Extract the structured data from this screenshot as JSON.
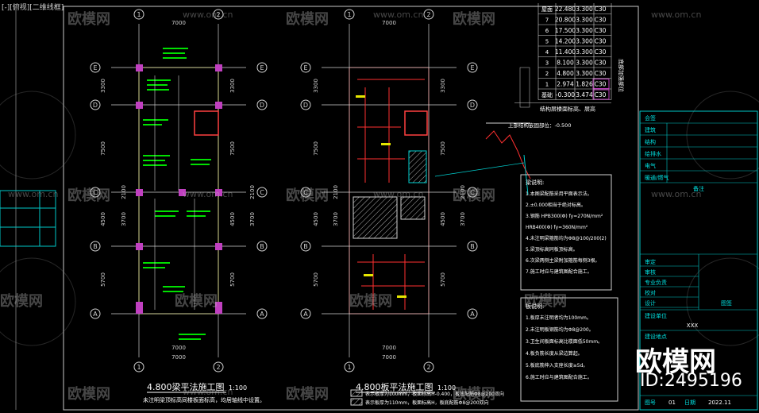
{
  "viewport_label": "[-][俯视][二维线框]",
  "plans": [
    {
      "title": "4.800梁平法施工图",
      "scale": "1:100"
    },
    {
      "title": "4.800板平法施工图",
      "scale": "1:100"
    }
  ],
  "plan_note": "未注明梁顶标高同楼板面标高，均居轴线中设置。",
  "axis_letters": [
    "E",
    "D",
    "C",
    "B",
    "A"
  ],
  "axis_numbers": [
    "1",
    "2"
  ],
  "dim_overall": "7000",
  "dims_vertical": [
    "3300",
    "7500",
    "4500",
    "5700"
  ],
  "dims_vertical_sub": [
    "2100",
    "3700"
  ],
  "floor_table": {
    "rows": [
      {
        "floor": "屋面",
        "elev": "22.480",
        "height": "3.300",
        "grade": "C30"
      },
      {
        "floor": "7",
        "elev": "20.800",
        "height": "3.300",
        "grade": "C30"
      },
      {
        "floor": "6",
        "elev": "17.500",
        "height": "3.300",
        "grade": "C30"
      },
      {
        "floor": "5",
        "elev": "14.200",
        "height": "3.300",
        "grade": "C30"
      },
      {
        "floor": "4",
        "elev": "11.400",
        "height": "3.300",
        "grade": "C30"
      },
      {
        "floor": "3",
        "elev": "8.100",
        "height": "3.300",
        "grade": "C30"
      },
      {
        "floor": "2",
        "elev": "4.800",
        "height": "3.300",
        "grade": "C30"
      },
      {
        "floor": "1",
        "elev": "2.974",
        "height": "1.826",
        "grade": "C30"
      },
      {
        "floor": "基础",
        "elev": "-0.300",
        "height": "3.474",
        "grade": "C30"
      }
    ],
    "footer": "结构层楼面标高、层高",
    "footer2": "上部结构嵌固部位：-0.500",
    "side_label": "底部加强部位"
  },
  "notes_title": "梁说明:",
  "notes": [
    "1.本图梁配筋采用平面表示法。",
    "2.±0.000相当于绝对标高。",
    "3.钢筋 HPB300(Φ) fy=270N/mm²",
    "  HRB400(Φ) fy=360N/mm²",
    "4.未注明梁箍筋均为Φ8@100/200(2)",
    "5.梁顶标高同板顶标高。",
    "6.次梁两侧主梁附加箍筋每侧3根。",
    "7.施工时应与建筑图配合施工。"
  ],
  "slab_notes_title": "板说明:",
  "slab_notes": [
    "1.板厚未注明者均为100mm。",
    "2.未注明板钢筋均为Φ8@200。",
    "3.卫生间板面标高比楼面低50mm。",
    "4.板负筋长度从梁边算起。",
    "5.板底筋伸入支座长度≥5d。",
    "6.施工时应与建筑图配合施工。"
  ],
  "legend": [
    "表示板厚为100mm，板面标高H-0.400，板底配筋Φ8@200双向",
    "表示板厚为110mm，板面标高H，板底配筋Φ8@200双向"
  ],
  "title_block": {
    "rows": [
      "会签",
      "建筑",
      "结构",
      "给排水",
      "电气",
      "暖通/燃气"
    ],
    "remark": "备注",
    "review_rows": [
      "审定",
      "审核",
      "专业负责",
      "校对",
      "设计"
    ],
    "drawing_label": "图签",
    "project_label": "建设单位",
    "project_value": "XXX",
    "site_label": "建设地点",
    "sheet_label": "图号",
    "sheet_value": "01",
    "date_label": "日期",
    "date_value": "2022.11"
  },
  "watermark": {
    "brand": "欧模网",
    "url": "www.om.cn",
    "id": "ID:2495196"
  }
}
